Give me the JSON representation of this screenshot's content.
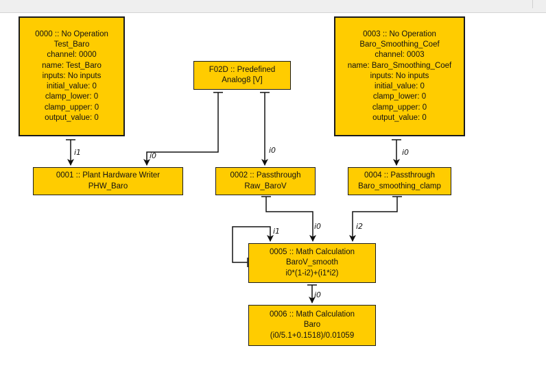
{
  "nodes": {
    "n0000": {
      "lines": [
        "0000 :: No Operation",
        "Test_Baro",
        "channel: 0000",
        "name: Test_Baro",
        "inputs: No inputs",
        "initial_value: 0",
        "clamp_lower: 0",
        "clamp_upper: 0",
        "output_value: 0"
      ]
    },
    "n0003": {
      "lines": [
        "0003 :: No Operation",
        "Baro_Smoothing_Coef",
        "channel: 0003",
        "name: Baro_Smoothing_Coef",
        "inputs: No inputs",
        "initial_value: 0",
        "clamp_lower: 0",
        "clamp_upper: 0",
        "output_value: 0"
      ]
    },
    "nF02D": {
      "lines": [
        "F02D :: Predefined",
        "Analog8 [V]"
      ]
    },
    "n0001": {
      "lines": [
        "0001 :: Plant Hardware Writer",
        "PHW_Baro"
      ]
    },
    "n0002": {
      "lines": [
        "0002 :: Passthrough",
        "Raw_BaroV"
      ]
    },
    "n0004": {
      "lines": [
        "0004 :: Passthrough",
        "Baro_smoothing_clamp"
      ]
    },
    "n0005": {
      "lines": [
        "0005 :: Math Calculation",
        "BaroV_smooth",
        "i0*(1-i2)+(i1*i2)"
      ]
    },
    "n0006": {
      "lines": [
        "0006 :: Math Calculation",
        "Baro",
        "(i0/5.1+0.1518)/0.01059"
      ]
    }
  },
  "edges": [
    {
      "from": "0000",
      "to": "0001",
      "port": "i1"
    },
    {
      "from": "F02D",
      "to": "0001",
      "port": "i0"
    },
    {
      "from": "F02D",
      "to": "0002",
      "port": "i0"
    },
    {
      "from": "0003",
      "to": "0004",
      "port": "i0"
    },
    {
      "from": "0002",
      "to": "0005",
      "port": "i0"
    },
    {
      "from": "0005",
      "to": "0005",
      "port": "i1"
    },
    {
      "from": "0004",
      "to": "0005",
      "port": "i2"
    },
    {
      "from": "0005",
      "to": "0006",
      "port": "i0"
    }
  ],
  "colors": {
    "node_fill": "#ffcc00",
    "node_border": "#1a1a1a",
    "wire": "#111111"
  }
}
